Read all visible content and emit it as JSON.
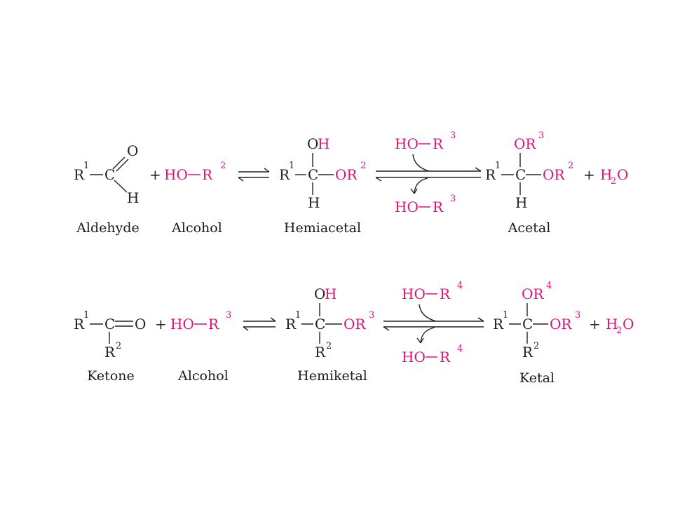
{
  "colors": {
    "black": "#222222",
    "magenta": "#e0127a"
  },
  "symbols": {
    "R": "R",
    "C": "C",
    "O": "O",
    "H": "H",
    "HO": "HO",
    "OH_O": "O",
    "OH_H": "H",
    "OR": "OR",
    "plus": "+",
    "H2O_H": "H",
    "H2O_2": "2",
    "H2O_O": "O",
    "n1": "1",
    "n2": "2",
    "n3": "3",
    "n4": "4"
  },
  "reaction1": {
    "labels": {
      "reactant": "Aldehyde",
      "reagent": "Alcohol",
      "intermediate": "Hemiacetal",
      "product": "Acetal"
    }
  },
  "reaction2": {
    "labels": {
      "reactant": "Ketone",
      "reagent": "Alcohol",
      "intermediate": "Hemiketal",
      "product": "Ketal"
    }
  }
}
